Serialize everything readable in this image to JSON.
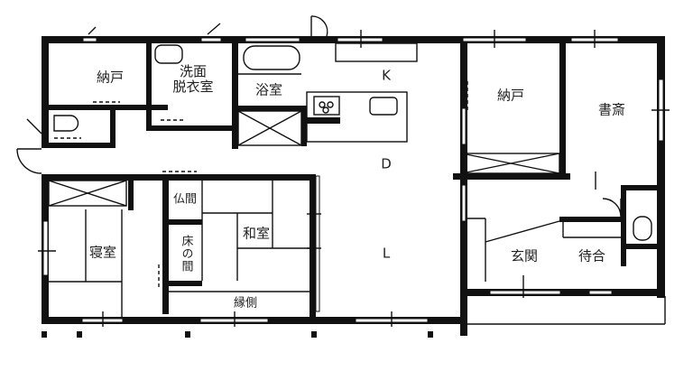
{
  "floorplan": {
    "rooms": {
      "storage_left": "納戸",
      "washroom_line1": "洗面",
      "washroom_line2": "脱衣室",
      "bathroom": "浴室",
      "kitchen": "K",
      "dining": "D",
      "living": "L",
      "storage_right": "納戸",
      "study": "書斎",
      "bedroom": "寝室",
      "butsuma": "仏間",
      "tokonoma": "床の間",
      "washitsu": "和室",
      "engawa": "縁側",
      "genkan": "玄関",
      "waiting": "待合"
    }
  }
}
